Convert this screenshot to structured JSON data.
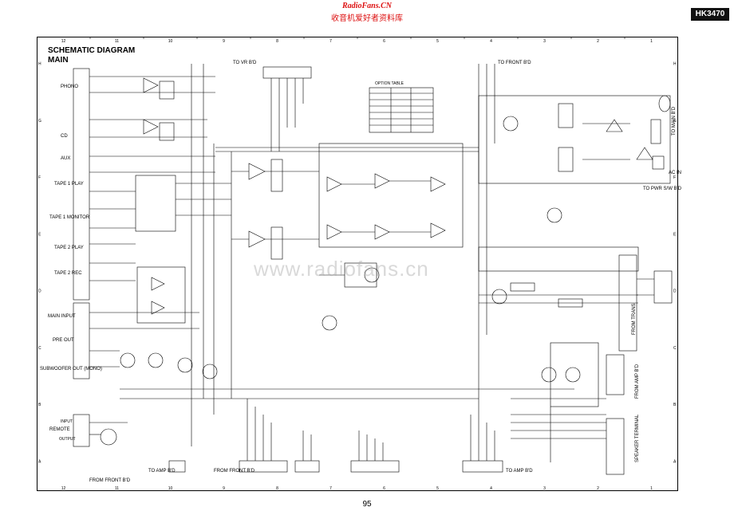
{
  "header": {
    "site": "RadioFans.CN",
    "site_cn": "收音机爱好者资料库",
    "model": "HK3470"
  },
  "diagram": {
    "title_line1": "SCHEMATIC DIAGRAM",
    "title_line2": "MAIN",
    "watermark": "www.radiofans.cn"
  },
  "grid": {
    "top_cols": [
      "12",
      "11",
      "10",
      "9",
      "8",
      "7",
      "6",
      "5",
      "4",
      "3",
      "2",
      "1"
    ],
    "side_rows": [
      "H",
      "G",
      "F",
      "E",
      "D",
      "C",
      "B",
      "A"
    ]
  },
  "inputs": [
    "PHONO",
    "CD",
    "AUX",
    "TAPE 1 PLAY",
    "TAPE 1 MONITOR",
    "TAPE 2 PLAY",
    "TAPE 2 REC",
    "MAIN INPUT",
    "PRE OUT",
    "SUBWOOFER OUT (MONO)",
    "REMOTE"
  ],
  "connectors": {
    "to_vr": "TO VR B'D",
    "to_front_top": "TO FRONT B'D",
    "to_pwr_sw": "TO PWR S/W B'D",
    "from_trans": "FROM TRANS",
    "from_amp": "FROM AMP B'D",
    "to_amp_bottom_left": "TO AMP B'D",
    "from_front_bottom": "FROM FRONT B'D",
    "from_front_bottom_left": "FROM FRONT B'D",
    "to_amp_bottom": "TO AMP B'D",
    "ac_in": "AC IN",
    "to_main": "TO MAIN B'D",
    "speaker": "SPEAKER TERMINAL",
    "input_label": "INPUT",
    "output_label": "OUTPUT",
    "option_table": "OPTION TABLE"
  },
  "page_number": "95"
}
